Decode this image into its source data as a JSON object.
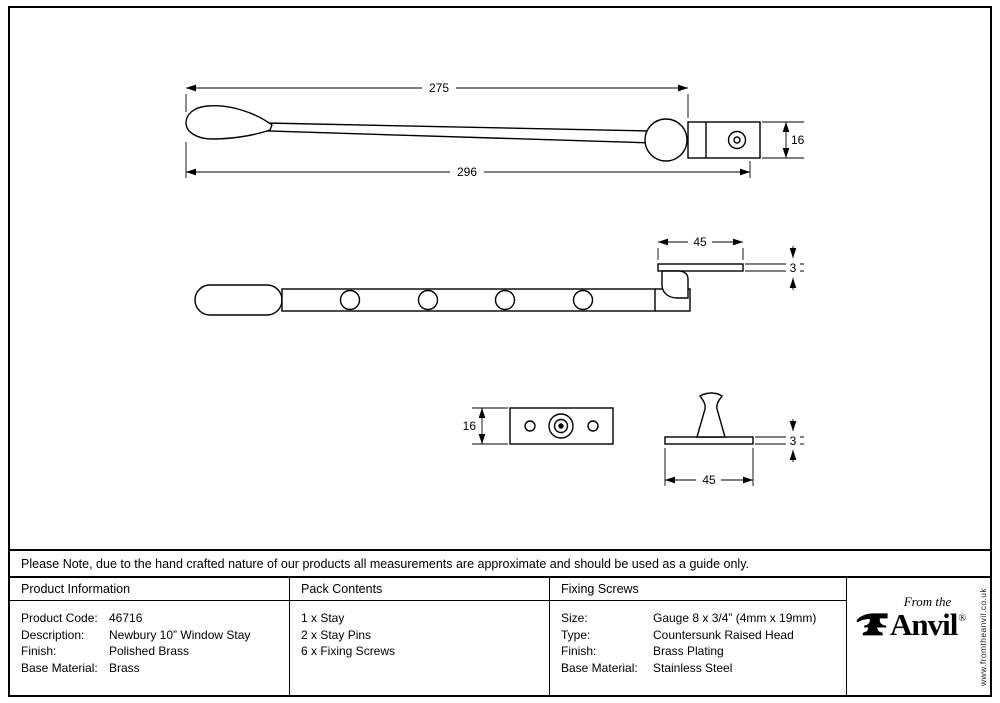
{
  "drawings": {
    "stay_side_view": {
      "dim_handle_to_pivot": "275",
      "dim_overall_length": "296",
      "dim_bracket_height": "16"
    },
    "stay_plan_view": {
      "dim_plate_length": "45",
      "dim_plate_thickness": "3"
    },
    "pin_plate_front_view": {
      "dim_plate_height": "16"
    },
    "pin_side_view": {
      "dim_plate_thickness": "3",
      "dim_plate_length": "45"
    }
  },
  "note": "Please Note, due to the hand crafted nature of our products all measurements are approximate and should be used as a guide only.",
  "table": {
    "product_information": {
      "title": "Product Information",
      "rows": [
        {
          "label": "Product Code:",
          "value": "46716"
        },
        {
          "label": "Description:",
          "value": "Newbury 10” Window Stay"
        },
        {
          "label": "Finish:",
          "value": "Polished Brass"
        },
        {
          "label": "Base Material:",
          "value": "Brass"
        }
      ]
    },
    "pack_contents": {
      "title": "Pack Contents",
      "items": [
        "1 x Stay",
        "2 x Stay Pins",
        "6 x Fixing Screws"
      ]
    },
    "fixing_screws": {
      "title": "Fixing Screws",
      "rows": [
        {
          "label": "Size:",
          "value": "Gauge 8 x 3/4” (4mm x 19mm)"
        },
        {
          "label": "Type:",
          "value": "Countersunk Raised Head"
        },
        {
          "label": "Finish:",
          "value": "Brass Plating"
        },
        {
          "label": "Base Material:",
          "value": "Stainless Steel"
        }
      ]
    }
  },
  "logo": {
    "tagline": "From the",
    "brand": "Anvil",
    "registered": "®",
    "website": "www.fromtheanvil.co.uk"
  }
}
